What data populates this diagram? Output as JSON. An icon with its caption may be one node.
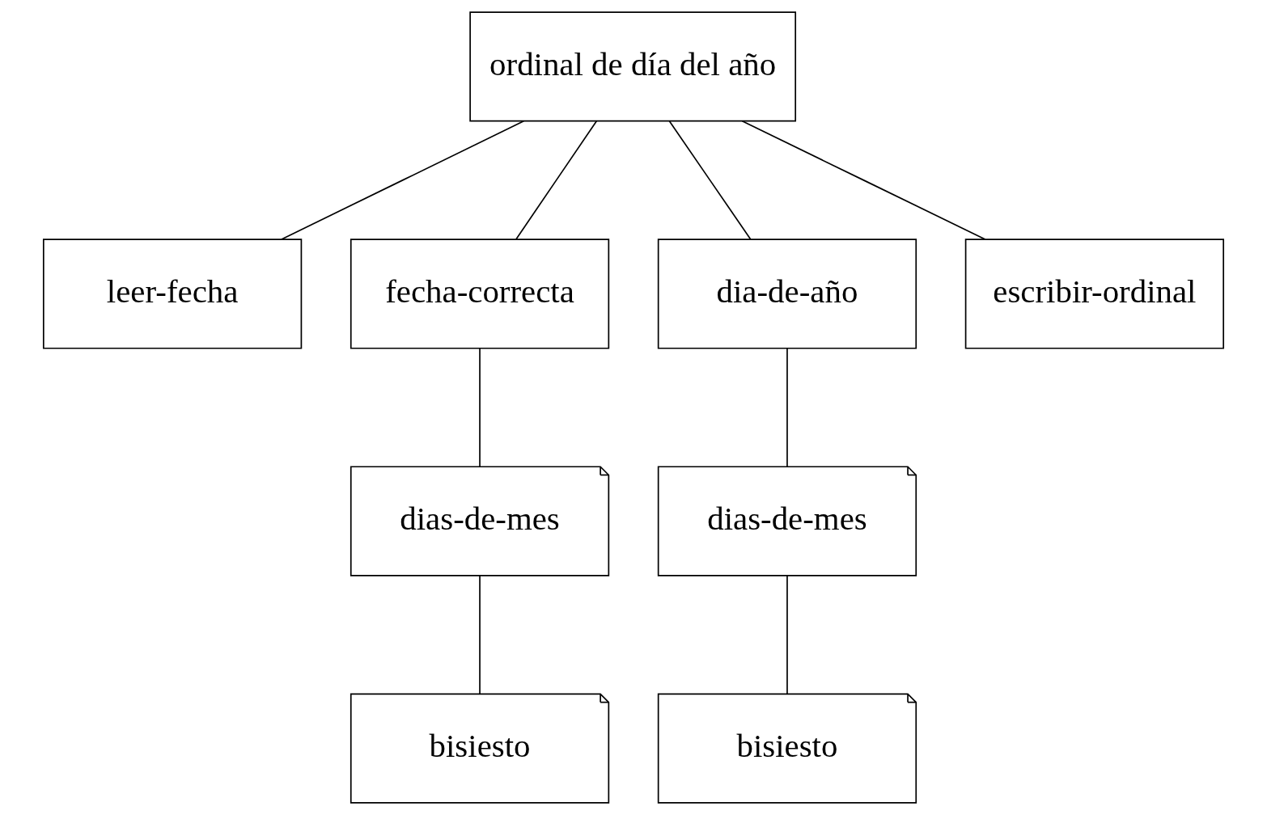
{
  "diagram": {
    "nodes": [
      {
        "text": [
          "ordinal de día del año"
        ]
      },
      {
        "text": [
          "leer-fecha"
        ]
      },
      {
        "text": [
          "fecha-correcta"
        ]
      },
      {
        "text": [
          "dia-de-año"
        ]
      },
      {
        "text": [
          "escribir-ordinal"
        ]
      },
      {
        "text": [
          "dias-de-mes"
        ]
      },
      {
        "text": [
          "dias-de-mes"
        ]
      },
      {
        "text": [
          "bisiesto"
        ]
      },
      {
        "text": [
          "bisiesto"
        ]
      }
    ],
    "edges": [
      {
        "from": 0,
        "to": 1,
        "arrow": "none"
      },
      {
        "from": 0,
        "to": 2,
        "arrow": "none"
      },
      {
        "from": 0,
        "to": 3,
        "arrow": "none"
      },
      {
        "from": 0,
        "to": 4,
        "arrow": "none"
      },
      {
        "from": 2,
        "to": 5,
        "arrow": "none"
      },
      {
        "from": 3,
        "to": 6,
        "arrow": "none"
      },
      {
        "from": 5,
        "to": 7,
        "arrow": "none"
      },
      {
        "from": 6,
        "to": 8,
        "arrow": "none"
      }
    ]
  }
}
